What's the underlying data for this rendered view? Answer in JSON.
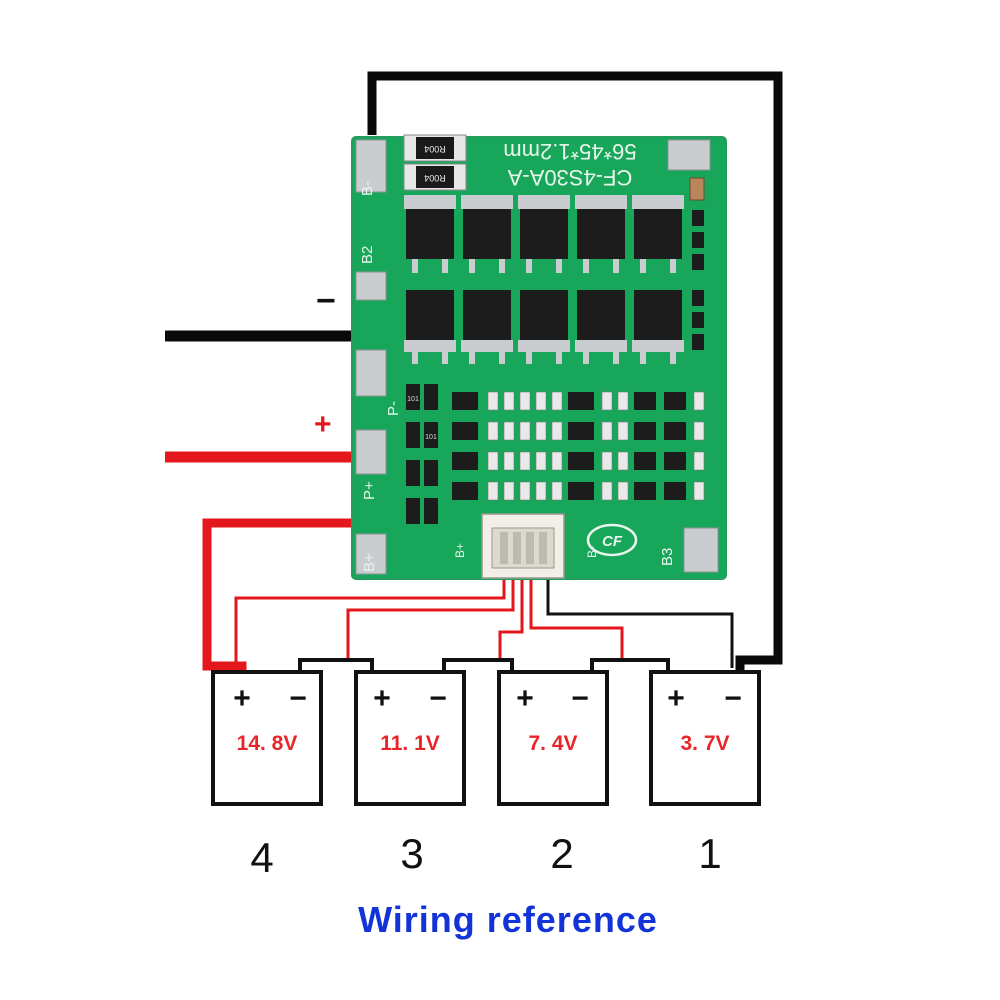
{
  "colors": {
    "pcb_green": "#17a65a",
    "pcb_dark": "#0d7e44",
    "wire_black": "#0a0a0a",
    "wire_red": "#e3171c",
    "caption_blue": "#1233d8",
    "voltage_red": "#e8262a"
  },
  "board": {
    "model": "CF-4S30A-A",
    "dims": "56*45*1.2mm",
    "pads": {
      "b_minus": "B-",
      "b2": "B2",
      "p_minus": "P-",
      "p_plus": "P+",
      "b_plus": "B+",
      "b_plus_2": "B+",
      "b_minus_2": "B-",
      "b3": "B3"
    },
    "logo": "CF",
    "resistor_code": "R004",
    "small_code": "101"
  },
  "output": {
    "minus_label": "−",
    "plus_label": "+"
  },
  "batteries": [
    {
      "number": "4",
      "voltage": "14. 8V",
      "plus": "+",
      "minus": "−"
    },
    {
      "number": "3",
      "voltage": "11. 1V",
      "plus": "+",
      "minus": "−"
    },
    {
      "number": "2",
      "voltage": "7. 4V",
      "plus": "+",
      "minus": "−"
    },
    {
      "number": "1",
      "voltage": "3. 7V",
      "plus": "+",
      "minus": "−"
    }
  ],
  "caption": "Wiring reference"
}
